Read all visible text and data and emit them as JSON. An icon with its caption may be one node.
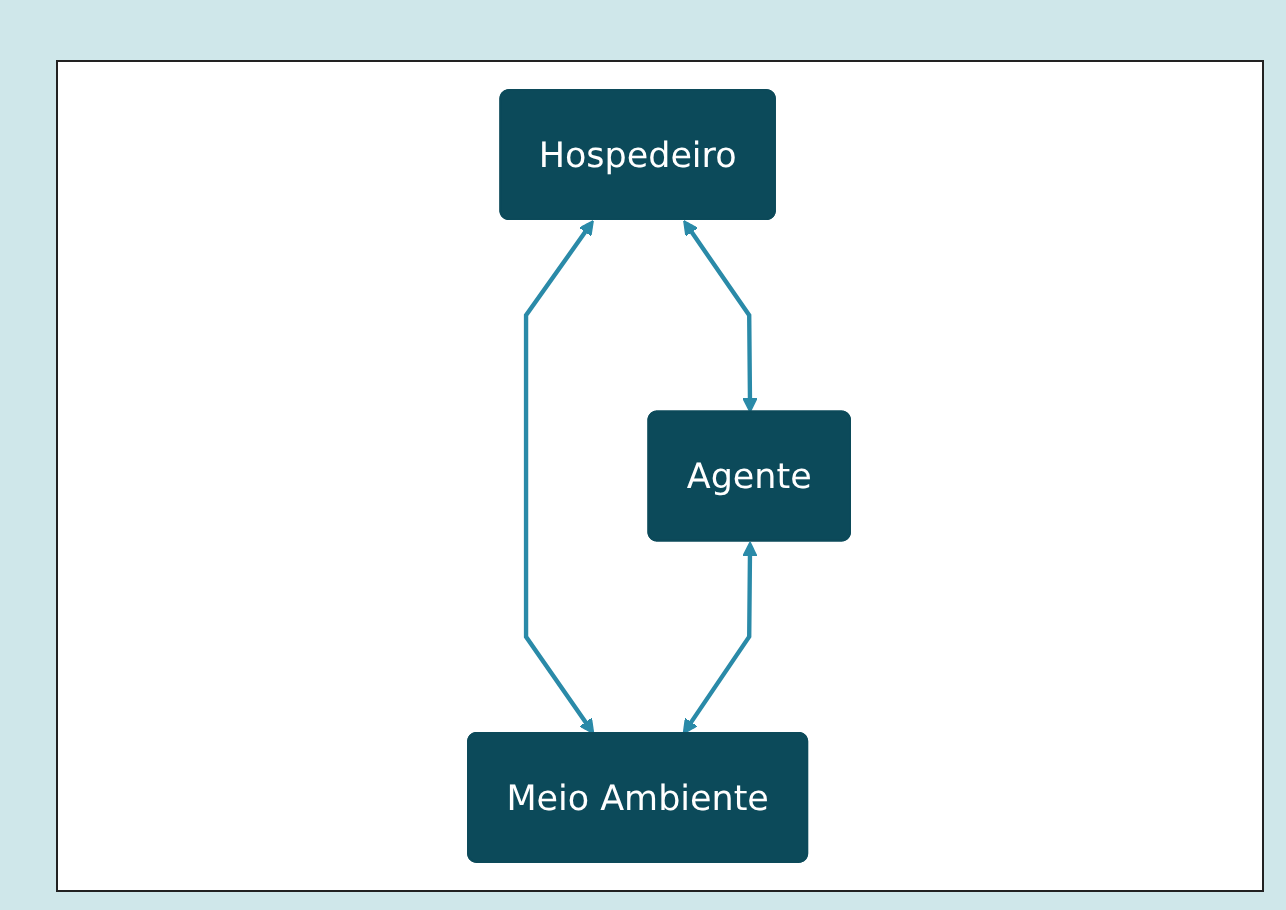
{
  "diagram": {
    "nodes": [
      {
        "text": [
          "Hospedeiro"
        ]
      },
      {
        "text": [
          "Agente"
        ]
      },
      {
        "text": [
          "Meio Ambiente"
        ]
      }
    ],
    "edges": [
      {
        "from": 0,
        "to": 1,
        "arrow": "both"
      },
      {
        "from": 0,
        "to": 2,
        "arrow": "both"
      },
      {
        "from": 1,
        "to": 2,
        "arrow": "both"
      }
    ]
  }
}
